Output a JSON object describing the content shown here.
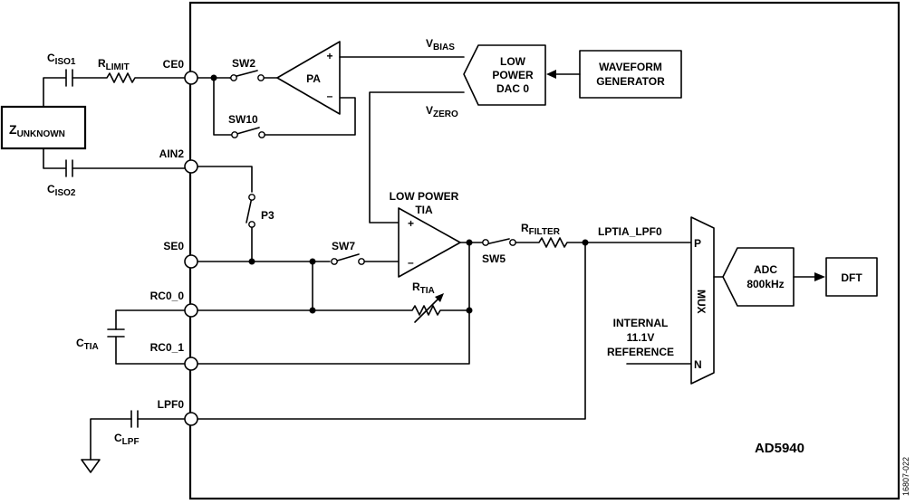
{
  "chip": {
    "name": "AD5940"
  },
  "figure_id": "16807-022",
  "pins": {
    "ce0": "CE0",
    "ain2": "AIN2",
    "se0": "SE0",
    "rc0_0": "RC0_0",
    "rc0_1": "RC0_1",
    "lpf0": "LPF0"
  },
  "components": {
    "z_unknown": {
      "main": "Z",
      "sub": "UNKNOWN"
    },
    "c_iso1": {
      "main": "C",
      "sub": "ISO1"
    },
    "c_iso2": {
      "main": "C",
      "sub": "ISO2"
    },
    "r_limit": {
      "main": "R",
      "sub": "LIMIT"
    },
    "c_tia": {
      "main": "C",
      "sub": "TIA"
    },
    "c_lpf": {
      "main": "C",
      "sub": "LPF"
    },
    "r_tia": {
      "main": "R",
      "sub": "TIA"
    },
    "r_filter": {
      "main": "R",
      "sub": "FILTER"
    }
  },
  "switches": {
    "sw2": "SW2",
    "sw10": "SW10",
    "sw7": "SW7",
    "sw5": "SW5",
    "p3": "P3"
  },
  "blocks": {
    "pa": "PA",
    "dac": [
      "LOW",
      "POWER",
      "DAC 0"
    ],
    "waveform": [
      "WAVEFORM",
      "GENERATOR"
    ],
    "tia": [
      "LOW POWER",
      "TIA"
    ],
    "mux": "MUX",
    "mux_p": "P",
    "mux_n": "N",
    "adc": [
      "ADC",
      "800kHz"
    ],
    "dft": "DFT"
  },
  "signals": {
    "vbias": {
      "main": "V",
      "sub": "BIAS"
    },
    "vzero": {
      "main": "V",
      "sub": "ZERO"
    },
    "lptia_lpf0": "LPTIA_LPF0",
    "internal_ref": [
      "INTERNAL",
      "11.1V",
      "REFERENCE"
    ]
  },
  "opamp_signs": {
    "plus": "+",
    "minus": "–"
  }
}
